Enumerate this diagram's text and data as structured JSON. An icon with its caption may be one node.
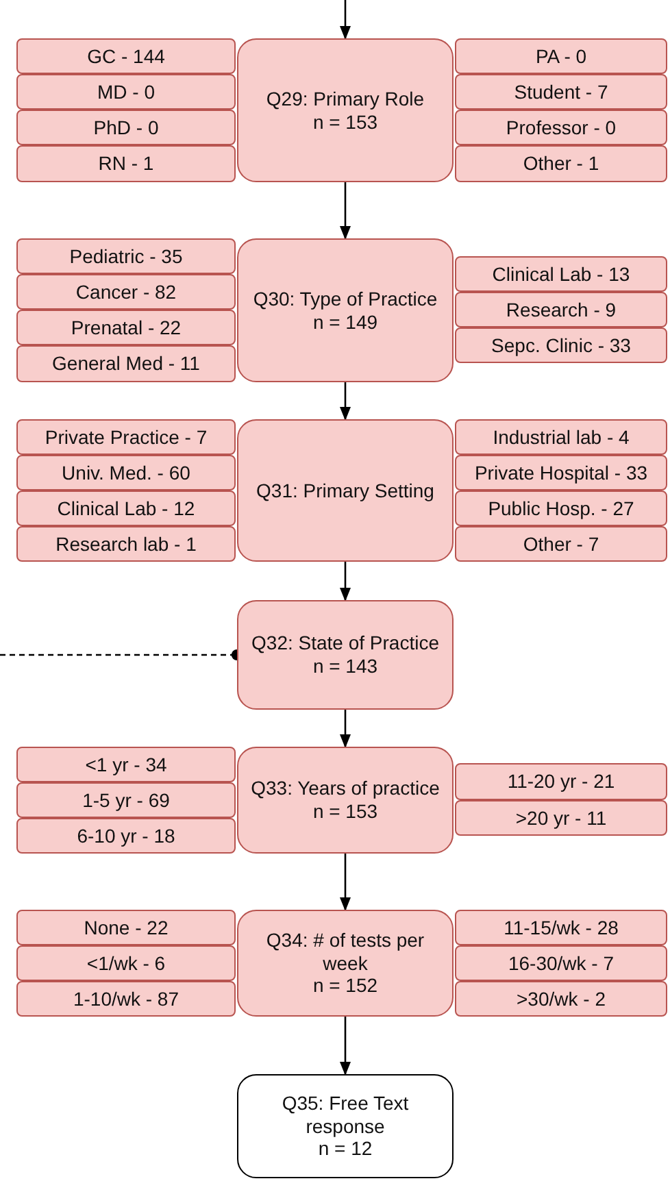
{
  "diagram": {
    "nodes": [
      {
        "text": [
          "GC - 144"
        ]
      },
      {
        "text": [
          "MD - 0"
        ]
      },
      {
        "text": [
          "PhD - 0"
        ]
      },
      {
        "text": [
          "RN - 1"
        ]
      },
      {
        "text": [
          "Q29: Primary Role",
          "n = 153"
        ]
      },
      {
        "text": [
          "PA - 0"
        ]
      },
      {
        "text": [
          "Student - 7"
        ]
      },
      {
        "text": [
          "Professor - 0"
        ]
      },
      {
        "text": [
          "Other - 1"
        ]
      },
      {
        "text": [
          "Pediatric - 35"
        ]
      },
      {
        "text": [
          "Cancer - 82"
        ]
      },
      {
        "text": [
          "Prenatal - 22"
        ]
      },
      {
        "text": [
          "General Med - 11"
        ]
      },
      {
        "text": [
          "Q30: Type of Practice",
          "n = 149"
        ]
      },
      {
        "text": [
          "Clinical Lab - 13"
        ]
      },
      {
        "text": [
          "Research - 9"
        ]
      },
      {
        "text": [
          "Sepc. Clinic - 33"
        ]
      },
      {
        "text": [
          "Private Practice - 7"
        ]
      },
      {
        "text": [
          "Univ. Med. - 60"
        ]
      },
      {
        "text": [
          "Clinical Lab - 12"
        ]
      },
      {
        "text": [
          "Research lab - 1"
        ]
      },
      {
        "text": [
          "Q31: Primary Setting"
        ]
      },
      {
        "text": [
          "Industrial lab - 4"
        ]
      },
      {
        "text": [
          "Private Hospital - 33"
        ]
      },
      {
        "text": [
          "Public Hosp. - 27"
        ]
      },
      {
        "text": [
          "Other - 7"
        ]
      },
      {
        "text": [
          "Q32: State of Practice",
          "n = 143"
        ]
      },
      {
        "text": [
          "<1 yr - 34"
        ]
      },
      {
        "text": [
          "1-5 yr - 69"
        ]
      },
      {
        "text": [
          "6-10 yr - 18"
        ]
      },
      {
        "text": [
          "Q33: Years of practice",
          "n = 153"
        ]
      },
      {
        "text": [
          "11-20 yr - 21"
        ]
      },
      {
        "text": [
          ">20 yr - 11"
        ]
      },
      {
        "text": [
          "None - 22"
        ]
      },
      {
        "text": [
          "<1/wk - 6"
        ]
      },
      {
        "text": [
          "1-10/wk - 87"
        ]
      },
      {
        "text": [
          "Q34: # of tests per week",
          "n = 152"
        ]
      },
      {
        "text": [
          "11-15/wk - 28"
        ]
      },
      {
        "text": [
          "16-30/wk - 7"
        ]
      },
      {
        "text": [
          ">30/wk - 2"
        ]
      },
      {
        "text": [
          "Q35: Free Text response",
          "n = 12"
        ]
      }
    ],
    "edges": [
      {
        "from": null,
        "to": 4,
        "arrow": "to"
      },
      {
        "from": 4,
        "to": 13,
        "arrow": "to"
      },
      {
        "from": 13,
        "to": 21,
        "arrow": "to"
      },
      {
        "from": 21,
        "to": 26,
        "arrow": "to"
      },
      {
        "from": 26,
        "to": 30,
        "arrow": "to"
      },
      {
        "from": 30,
        "to": 36,
        "arrow": "to"
      },
      {
        "from": 36,
        "to": 40,
        "arrow": "to"
      },
      {
        "from": null,
        "to": 26,
        "arrow": "other",
        "style": "dashed"
      }
    ]
  }
}
